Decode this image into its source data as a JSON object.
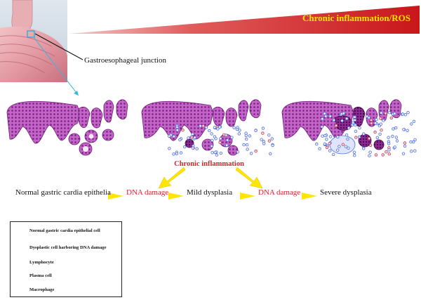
{
  "banner": {
    "label": "Chronic inflammation/ROS"
  },
  "anatomy": {
    "junction_label": "Gastroesophageal junction"
  },
  "middle": {
    "label": "Chronic inflammation"
  },
  "flow": [
    {
      "text": "Normal gastric cardia epithelia",
      "color": "#111111"
    },
    {
      "text": "DNA damage",
      "color": "#d9232a"
    },
    {
      "text": "Mild dysplasia",
      "color": "#111111"
    },
    {
      "text": "DNA damage",
      "color": "#d9232a"
    },
    {
      "text": "Severe dysplasia",
      "color": "#111111"
    }
  ],
  "legend": {
    "items": [
      {
        "label": "Normal gastric cardia epithelial cell",
        "icon": "normal-cell-icon"
      },
      {
        "label": "Dysplastic cell harboring DNA damage",
        "icon": "dysplastic-cell-icon"
      },
      {
        "label": "Lymphocyte",
        "icon": "lymphocyte-icon"
      },
      {
        "label": "Plasma cell",
        "icon": "plasma-cell-icon"
      },
      {
        "label": "Macrophage",
        "icon": "macrophage-icon"
      }
    ]
  },
  "colors": {
    "banner_red": "#d51d1f",
    "label_red": "#d9232a",
    "banner_text": "#ffe100",
    "arrow_yellow": "#ffe600",
    "epithelium_purple": "#b33fb8",
    "lymphocyte_blue": "#4f6fe0",
    "pointer_blue": "#33b8e0"
  }
}
